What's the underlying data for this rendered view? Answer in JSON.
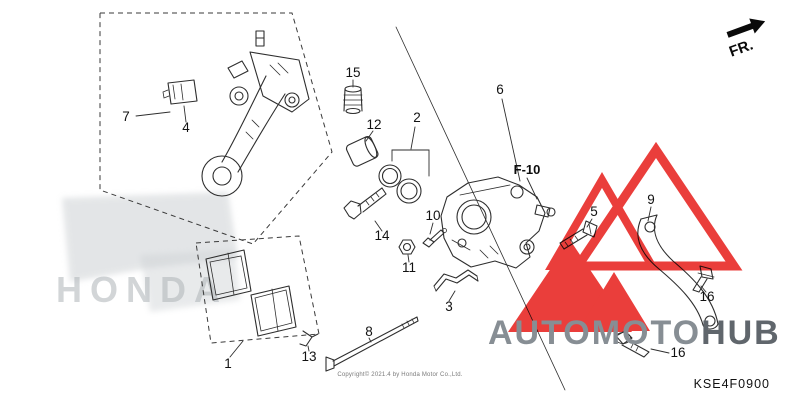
{
  "diagram": {
    "code": "KSE4F0900",
    "ref_label": "F-10",
    "direction_label": "FR.",
    "copyright": "Copyright© 2021.4 by Honda Motor Co.,Ltd.",
    "callouts": {
      "c1": "1",
      "c2": "2",
      "c3": "3",
      "c4": "4",
      "c5": "5",
      "c6": "6",
      "c7": "7",
      "c8": "8",
      "c9": "9",
      "c10": "10",
      "c11": "11",
      "c12": "12",
      "c13": "13",
      "c14": "14",
      "c15": "15",
      "c16a": "16",
      "c16b": "16"
    }
  },
  "watermarks": {
    "honda_text": "HONDA",
    "brand_main": "AUTOMOTO",
    "brand_suffix": "HUB",
    "brand_gray": "#878e94",
    "accent_red": "#e8231f"
  }
}
